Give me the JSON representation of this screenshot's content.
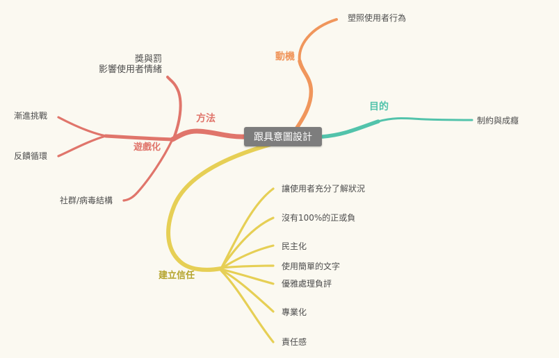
{
  "root": {
    "label": "跟具意圖設計"
  },
  "colors": {
    "method": "#e0756b",
    "motivation": "#f0965c",
    "purpose": "#52c3ab",
    "trust": "#e6cf55",
    "trust_label": "#b5a42c",
    "text": "#4d4d4d",
    "root_bg": "#7d7d7d",
    "background": "#fbf9f1"
  },
  "motivation": {
    "label": "動機",
    "leaf": "塑照使用者行為"
  },
  "purpose": {
    "label": "目的",
    "leaf": "制約與成癮"
  },
  "method": {
    "label": "方法",
    "gamification": {
      "label": "遊戲化",
      "reward_line1": "獎與罰",
      "reward_line2": "影響使用者情緒",
      "progressive": "漸進挑戰",
      "feedback": "反饋循環",
      "community": "社群/病毒結構"
    }
  },
  "trust": {
    "label": "建立信任",
    "leaves": [
      "讓使用者充分了解狀況",
      "沒有100%的正或負",
      "民主化",
      "使用簡單的文字",
      "優雅處理負評",
      "專業化",
      "責任感"
    ]
  }
}
